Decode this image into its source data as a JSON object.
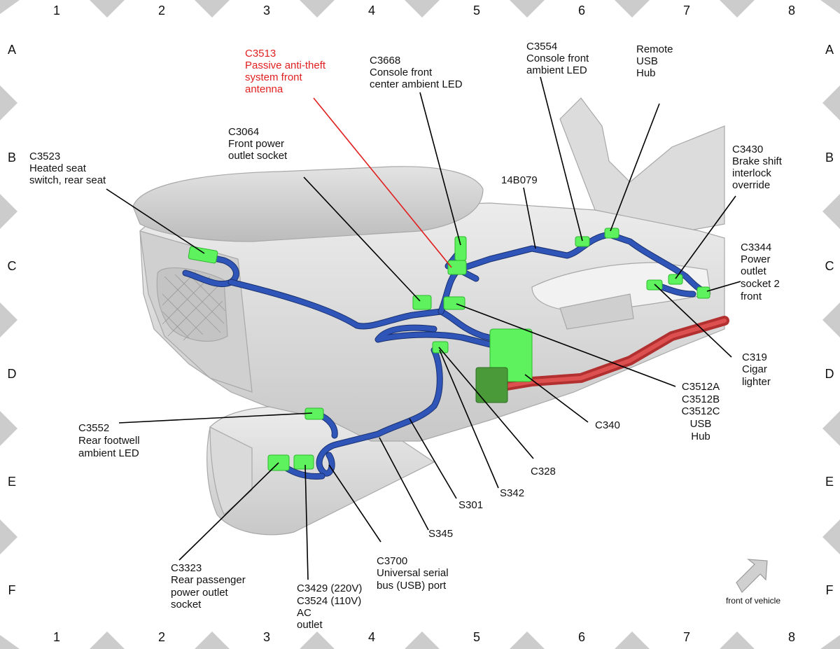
{
  "grid": {
    "columns": [
      "1",
      "2",
      "3",
      "4",
      "5",
      "6",
      "7",
      "8"
    ],
    "rows": [
      "A",
      "B",
      "C",
      "D",
      "E",
      "F"
    ]
  },
  "labels": {
    "c3513": [
      "C3513",
      "Passive anti-theft",
      "system front",
      "antenna"
    ],
    "c3668": [
      "C3668",
      "Console front",
      "center ambient LED"
    ],
    "c3554": [
      "C3554",
      "Console front",
      "ambient LED"
    ],
    "remote_usb": [
      "Remote",
      "USB",
      "Hub"
    ],
    "c3064": [
      "C3064",
      "Front power",
      "outlet socket"
    ],
    "c3523": [
      "C3523",
      "Heated seat",
      "switch, rear seat"
    ],
    "c3430": [
      "C3430",
      "Brake shift",
      "interlock",
      "override"
    ],
    "w14b079": [
      "14B079"
    ],
    "c3344": [
      "C3344",
      "Power",
      "outlet",
      "socket 2",
      "front"
    ],
    "c319": [
      "C319",
      "Cigar",
      "lighter"
    ],
    "c3512": [
      "C3512A",
      "C3512B",
      "C3512C",
      "USB",
      "Hub"
    ],
    "c340": [
      "C340"
    ],
    "c3552": [
      "C3552",
      "Rear footwell",
      "ambient LED"
    ],
    "c328": [
      "C328"
    ],
    "s342": [
      "S342"
    ],
    "s301": [
      "S301"
    ],
    "s345": [
      "S345"
    ],
    "c3323": [
      "C3323",
      "Rear passenger",
      "power outlet",
      "socket"
    ],
    "c3429": [
      "C3429 (220V)",
      "C3524 (110V)",
      "AC",
      "outlet"
    ],
    "c3700": [
      "C3700",
      "Universal serial",
      "bus (USB) port"
    ]
  },
  "legend": {
    "front_of_vehicle": "front of vehicle"
  },
  "colors": {
    "highlight_label": "#e02020",
    "connector": "#5ef25e",
    "harness": "#2f55b8",
    "console": "#d9d9d9",
    "grid_marker": "#cccccc"
  }
}
